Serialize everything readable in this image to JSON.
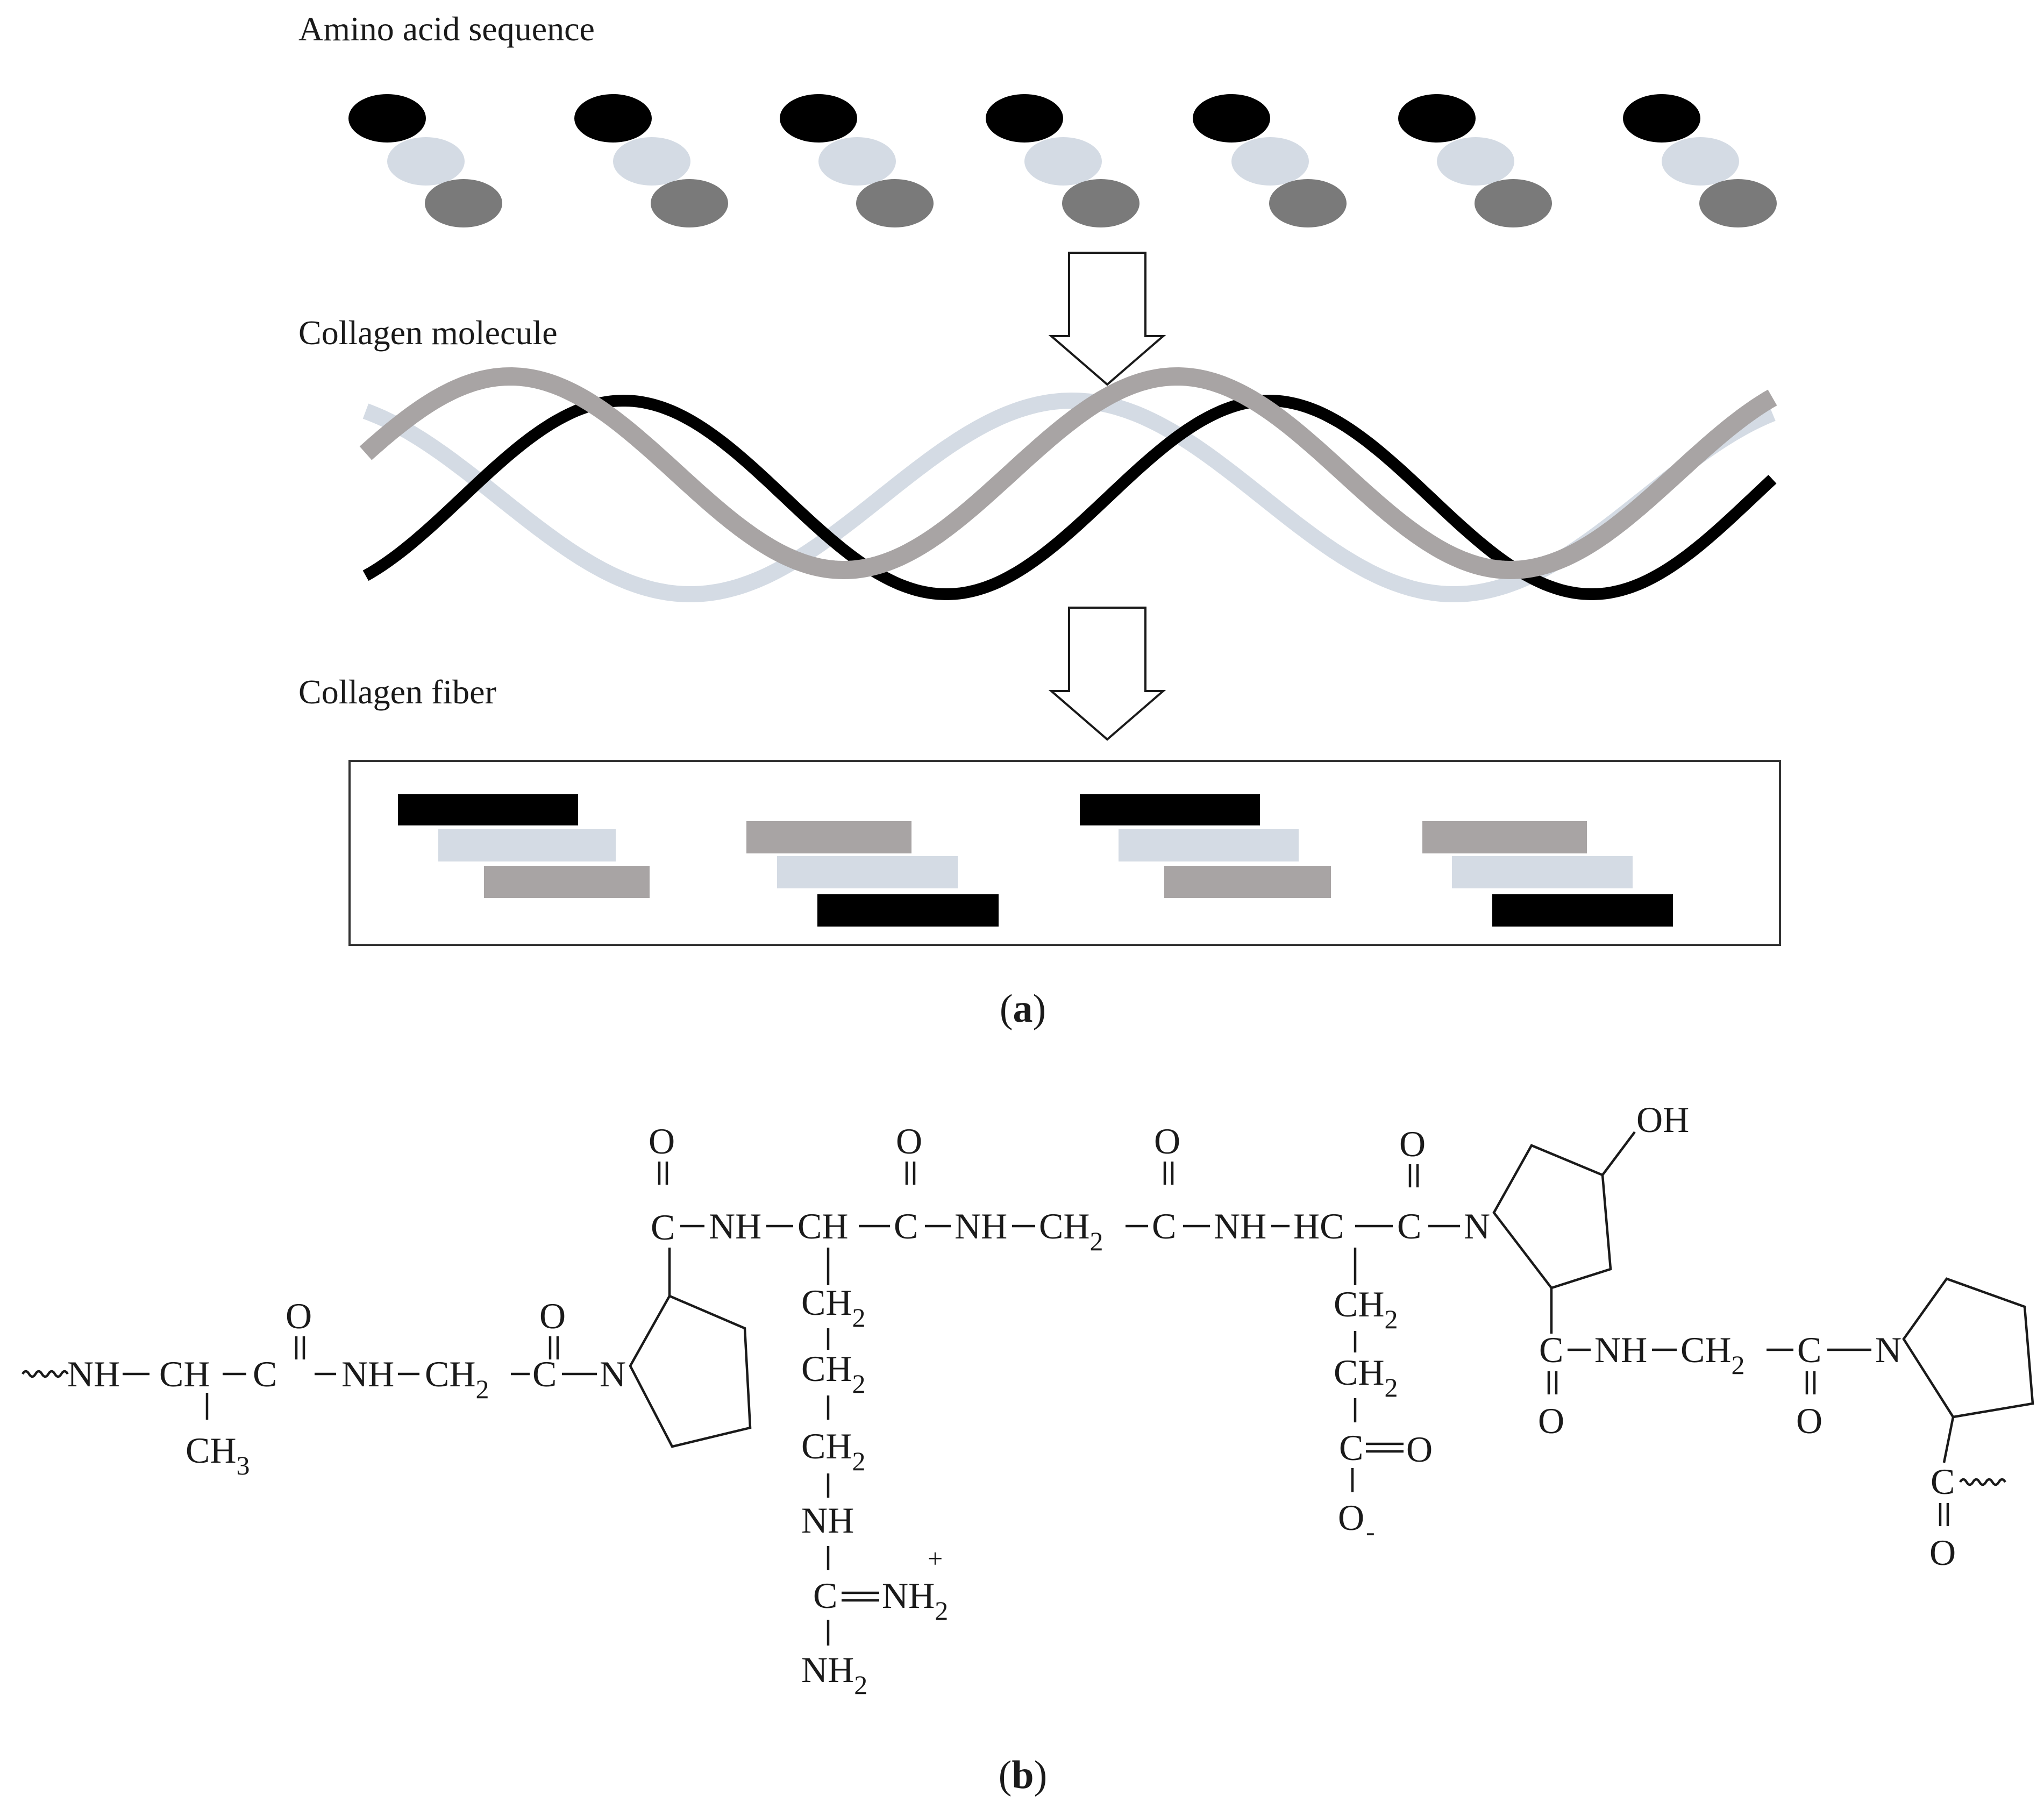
{
  "colors": {
    "black": "#000000",
    "light_blue": "#d4dbe4",
    "dark_gray": "#7a7a7a",
    "mid_gray": "#a8a4a4",
    "text": "#1a1a1a"
  },
  "panel_a": {
    "label_sequence": "Amino acid sequence",
    "label_molecule": "Collagen molecule",
    "label_fiber": "Collagen fiber",
    "caption_open": "(",
    "caption_letter": "a",
    "caption_close": ")"
  },
  "panel_b": {
    "caption_open": "(",
    "caption_letter": "b",
    "caption_close": ")",
    "chem": {
      "nh": "NH",
      "ch": "CH",
      "hc": "HC",
      "c": "C",
      "o": "O",
      "n": "N",
      "oh": "OH",
      "ch2": "CH",
      "ch3": "CH",
      "nh2": "NH",
      "sub2": "2",
      "sub3": "3",
      "plus": "+",
      "minus": "-"
    }
  }
}
